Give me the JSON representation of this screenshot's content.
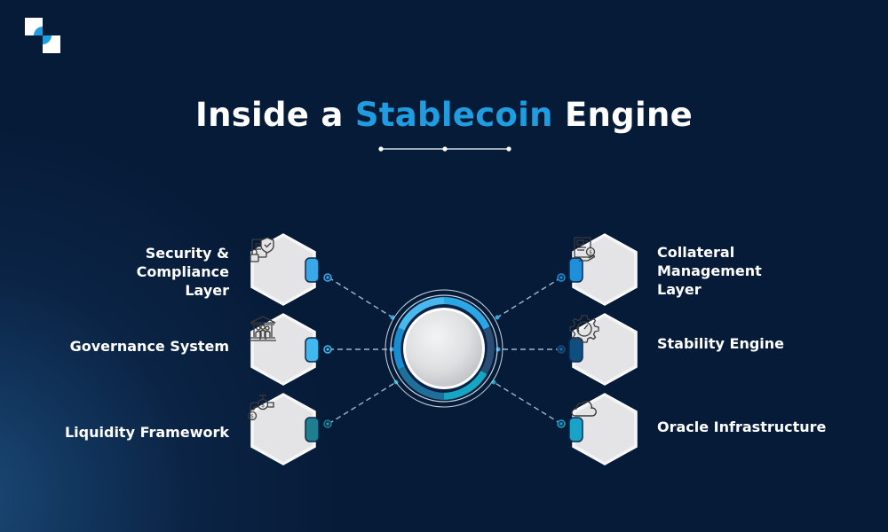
{
  "title": {
    "prefix": "Inside a ",
    "accent": "Stablecoin",
    "suffix": " Engine",
    "accent_color": "#1f9de0"
  },
  "center": {
    "name": "stablecoin-engine-core"
  },
  "left_items": [
    {
      "label_line1": "Security &",
      "label_line2": "Compliance",
      "label_line3": "Layer",
      "icon": "shield-document-lock-icon",
      "tab_color": "#3aa8e6"
    },
    {
      "label_line1": "Governance System",
      "icon": "institution-people-icon",
      "tab_color": "#41b8ee"
    },
    {
      "label_line1": "Liquidity Framework",
      "icon": "faucet-coin-icon",
      "tab_color": "#1f7f8e"
    }
  ],
  "right_items": [
    {
      "label_line1": "Collateral",
      "label_line2": "Management",
      "label_line3": "Layer",
      "icon": "document-coin-hand-icon",
      "tab_color": "#1e8fd8"
    },
    {
      "label_line1": "Stability Engine",
      "icon": "gear-gauge-icon",
      "tab_color": "#0f4f80"
    },
    {
      "label_line1": "Oracle Infrastructure",
      "icon": "cloud-icon",
      "tab_color": "#1aa3c8"
    }
  ],
  "colors": {
    "background": "#061b38",
    "connector": "#9fb7cf",
    "ring_blue": "#2ba7e6",
    "ring_teal": "#15a6c4",
    "hex_fill": "#e9e9ea"
  }
}
